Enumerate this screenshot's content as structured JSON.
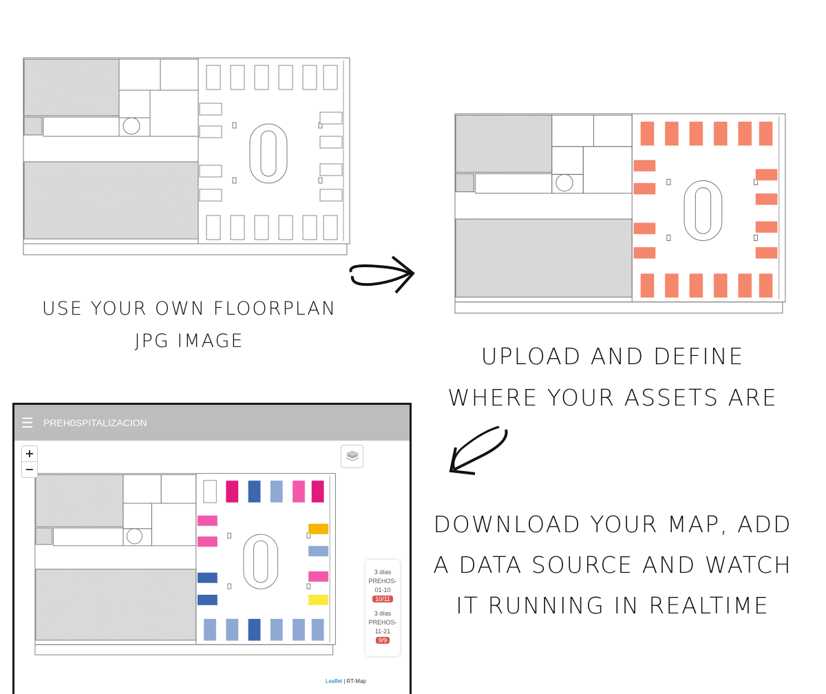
{
  "captions": {
    "step1": [
      "USE YOUR OWN FLOORPLAN",
      "JPG IMAGE"
    ],
    "step2": [
      "UPLOAD AND DEFINE",
      "WHERE YOUR ASSETS ARE"
    ],
    "step3": [
      "DOWNLOAD YOUR MAP, ADD",
      "A DATA SOURCE AND WATCH",
      "IT RUNNING IN REALTIME"
    ]
  },
  "app": {
    "menu_icon": "hamburger-icon",
    "title": "PREH0SPITALIZACION",
    "zoom_in": "+",
    "zoom_out": "−",
    "layers_icon": "layers-icon",
    "legend": [
      {
        "duration": "3 días",
        "name1": "PREHOS-",
        "name2": "01-10",
        "badge": "10/11"
      },
      {
        "duration": "3 días",
        "name1": "PREHOS-",
        "name2": "11-21",
        "badge": "9/9"
      }
    ],
    "attribution_link": "Leaflet",
    "attribution_text": " | RT-Map"
  },
  "colors": {
    "defined": "#f5876c",
    "badge": "#d9534f"
  },
  "assets_plan3": {
    "top": [
      "none",
      "#e0197d",
      "#3a67ad",
      "#8fa9d4",
      "#f25aa9",
      "#e0197d"
    ],
    "left": [
      "#f25aa9",
      "#f25aa9",
      "#3a67ad",
      "#3a67ad"
    ],
    "right": [
      "#f7b500",
      "#8fa9d4",
      "#f25aa9",
      "#fde93c"
    ],
    "bottom": [
      "#8fa9d4",
      "#8fa9d4",
      "#3a67ad",
      "#8fa9d4",
      "#8fa9d4",
      "#8fa9d4"
    ]
  }
}
